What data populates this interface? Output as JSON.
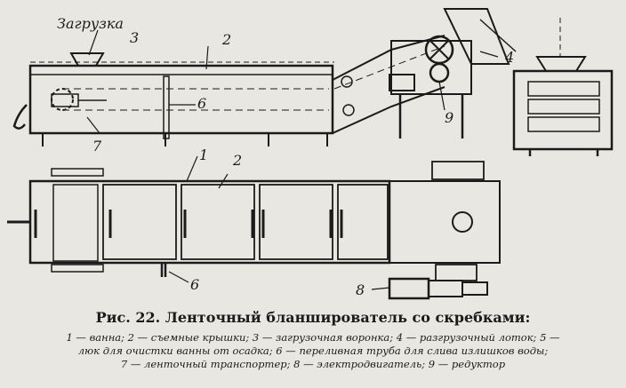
{
  "labels": {
    "loading": "Загрузка",
    "n1": "1",
    "n2": "2",
    "n3": "3",
    "n4": "4",
    "n6": "6",
    "n7": "7",
    "n8": "8",
    "n9": "9"
  },
  "caption": {
    "title": "Рис. 22. Ленточный бланширователь со скребками:",
    "legend_line1": "1 — ванна; 2 — съемные крышки; 3 — загрузочная воронка; 4 — разгрузочный лоток; 5 —",
    "legend_line2": "люк для очистки ванны от осадка; 6 — переливная труба для слива излишков воды;",
    "legend_line3": "7 — ленточный транспортер; 8 — электродвигатель; 9 — редуктор"
  }
}
